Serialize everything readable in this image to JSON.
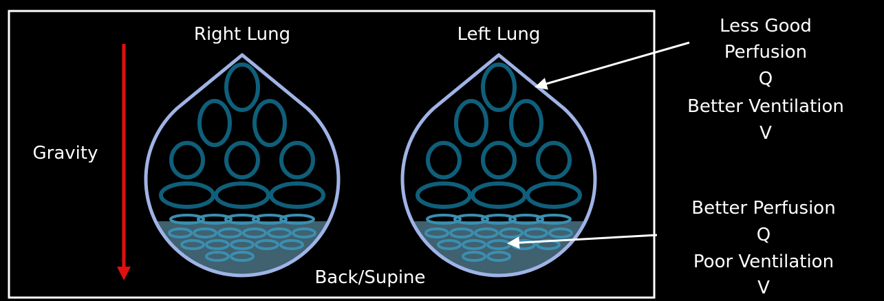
{
  "labels": {
    "right_lung": "Right Lung",
    "left_lung": "Left Lung",
    "gravity": "Gravity",
    "back_supine": "Back/Supine"
  },
  "annotations": {
    "top": [
      "Less Good",
      "Perfusion",
      "Q",
      "Better Ventilation",
      "V"
    ],
    "bottom": [
      "Better Perfusion",
      "Q",
      "Poor Ventilation",
      "V"
    ]
  },
  "colors": {
    "background": "#000000",
    "frame": "#ffffff",
    "lung_outline": "#9fb3e6",
    "alveoli": "#0f5f7a",
    "dependent_zone": "#3f6170",
    "dependent_alveoli": "#3a8fb1",
    "gravity_arrow": "#e01010",
    "pointer_arrow": "#ffffff"
  },
  "icons": {
    "gravity": "down-arrow-icon",
    "pointer": "pointer-arrow-icon"
  }
}
